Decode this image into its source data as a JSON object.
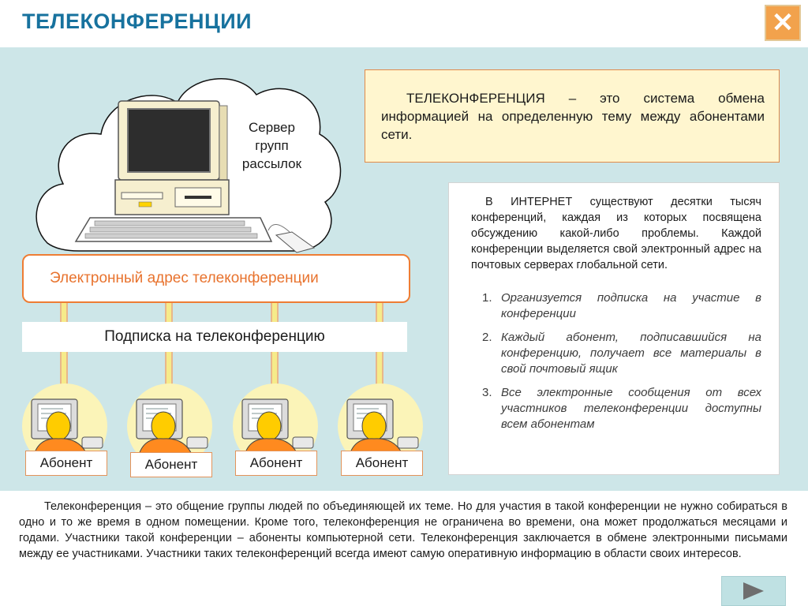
{
  "header": {
    "title": "ТЕЛЕКОНФЕРЕНЦИИ",
    "close_icon": "close-icon",
    "accent": "#17729e",
    "close_color": "#f2a24c"
  },
  "diagram": {
    "server_label": "Сервер групп рассылок",
    "address_bus": "Электронный  адрес телеконференции",
    "subscription": "Подписка на телеконференцию",
    "subscribers": [
      "Абонент",
      "Абонент",
      "Абонент",
      "Абонент"
    ]
  },
  "definition": {
    "text": "ТЕЛЕКОНФЕРЕНЦИЯ – это система обмена информацией на определенную тему между абонентами сети."
  },
  "info": {
    "text": "В ИНТЕРНЕТ  существуют десятки тысяч конференций, каждая из которых посвящена обсуждению какой-либо проблемы. Каждой конференции выделяется свой электронный адрес на почтовых серверах глобальной сети.",
    "steps": [
      {
        "num": "1.",
        "text": "Организуется подписка на участие в конференции"
      },
      {
        "num": "2.",
        "text": "Каждый абонент, подписавшийся на конференцию, получает все материалы в свой почтовый ящик"
      },
      {
        "num": "3.",
        "text": "Все электронные сообщения от всех участников телеконференции доступны всем абонентам"
      }
    ]
  },
  "footer": {
    "text": "Телеконференция – это общение группы людей по объединяющей их теме. Но для участия в такой конференции не нужно собираться в одно и то же время в одном помещении. Кроме того, телеконференция не ограничена во времени, она может продолжаться месяцами и годами. Участники такой конференции – абоненты компьютерной сети. Телеконференция заключается в обмене электронными письмами между ее участниками. Участники таких телеконференций всегда имеют самую оперативную информацию в области своих интересов.",
    "next_icon": "play-arrow-icon"
  }
}
